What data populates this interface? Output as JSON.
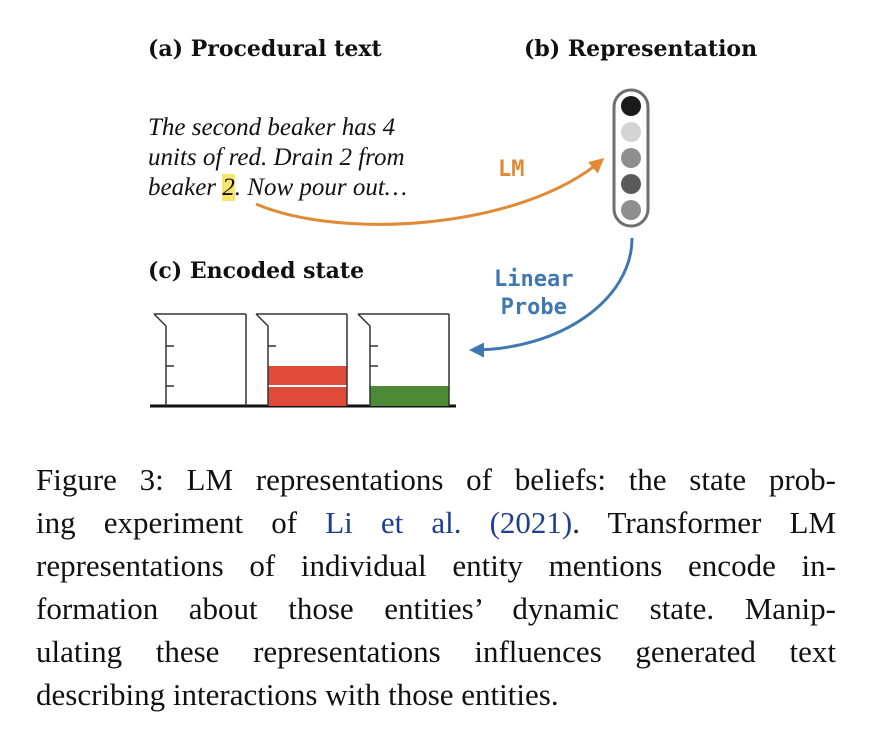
{
  "figure": {
    "label_a": "(a) Procedural text",
    "label_b": "(b) Representation",
    "label_c": "(c) Encoded state",
    "procedural_text": {
      "line1": "The second beaker has 4",
      "line2": "units of red. Drain 2 from",
      "line3_pre": "beaker ",
      "line3_highlight": "2",
      "line3_post": ". Now pour out…"
    },
    "lm_label": "LM",
    "probe_label_line1": "Linear",
    "probe_label_line2": "Probe",
    "colors": {
      "lm_arrow": "#e08a35",
      "probe_arrow": "#3f78b0",
      "highlight": "#f7e66b",
      "red_liquid": "#e04a3a",
      "green_liquid": "#4c8a35"
    },
    "representation_cells": [
      {
        "color": "#1a1a1a"
      },
      {
        "color": "#d4d4d4"
      },
      {
        "color": "#8e8e8e"
      },
      {
        "color": "#5b5b5b"
      },
      {
        "color": "#8e8e8e"
      }
    ],
    "beakers": [
      {
        "name": "beaker-1",
        "fill": null,
        "units": 0
      },
      {
        "name": "beaker-2",
        "fill": "red",
        "units": 2
      },
      {
        "name": "beaker-3",
        "fill": "green",
        "units": 1
      }
    ]
  },
  "caption": {
    "line1": "Figure 3: LM representations of beliefs: the state prob-",
    "line2_pre": "ing experiment of ",
    "line2_cite": "Li et al. (2021)",
    "line2_post": ".  Transformer LM",
    "line3": "representations of individual entity mentions encode in-",
    "line4": "formation about those entities’ dynamic state.  Manip-",
    "line5": "ulating these representations influences generated text",
    "line6": "describing interactions with those entities."
  }
}
